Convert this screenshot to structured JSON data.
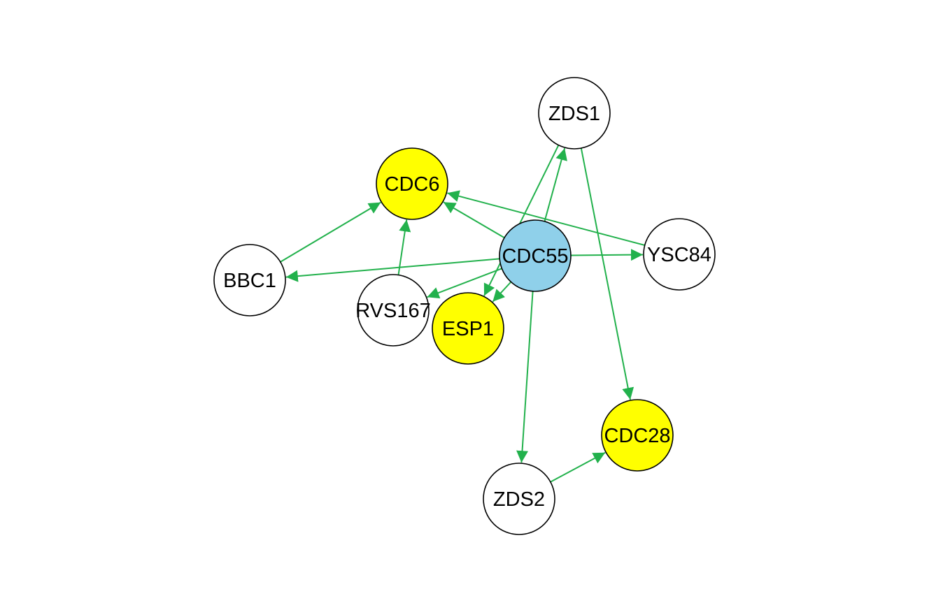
{
  "diagram": {
    "type": "directed-network",
    "colors": {
      "edge": "#22b14c",
      "center_node": "#8fd0ea",
      "highlight_node": "#ffff00",
      "default_node": "#ffffff",
      "stroke": "#000000"
    },
    "nodes": [
      {
        "id": "ZDS1",
        "label": "ZDS1",
        "fill": "default_node"
      },
      {
        "id": "CDC6",
        "label": "CDC6",
        "fill": "highlight_node"
      },
      {
        "id": "CDC55",
        "label": "CDC55",
        "fill": "center_node"
      },
      {
        "id": "YSC84",
        "label": "YSC84",
        "fill": "default_node"
      },
      {
        "id": "BBC1",
        "label": "BBC1",
        "fill": "default_node"
      },
      {
        "id": "RVS167",
        "label": "RVS167",
        "fill": "default_node"
      },
      {
        "id": "ESP1",
        "label": "ESP1",
        "fill": "highlight_node"
      },
      {
        "id": "CDC28",
        "label": "CDC28",
        "fill": "highlight_node"
      },
      {
        "id": "ZDS2",
        "label": "ZDS2",
        "fill": "default_node"
      }
    ],
    "edges": [
      {
        "from": "BBC1",
        "to": "CDC6"
      },
      {
        "from": "RVS167",
        "to": "CDC6"
      },
      {
        "from": "CDC55",
        "to": "CDC6"
      },
      {
        "from": "YSC84",
        "to": "CDC6"
      },
      {
        "from": "CDC55",
        "to": "ZDS1"
      },
      {
        "from": "CDC55",
        "to": "BBC1"
      },
      {
        "from": "CDC55",
        "to": "YSC84"
      },
      {
        "from": "CDC55",
        "to": "RVS167"
      },
      {
        "from": "ZDS1",
        "to": "ESP1"
      },
      {
        "from": "CDC55",
        "to": "ESP1"
      },
      {
        "from": "CDC55",
        "to": "ZDS2"
      },
      {
        "from": "ZDS1",
        "to": "CDC28"
      },
      {
        "from": "ZDS2",
        "to": "CDC28"
      }
    ]
  }
}
